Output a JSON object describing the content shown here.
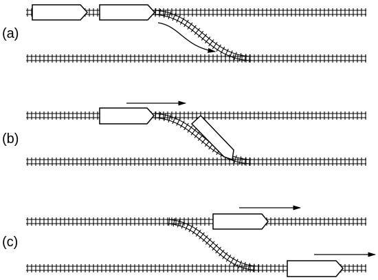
{
  "panels": [
    {
      "label": "(a)"
    },
    {
      "label": "(b)"
    },
    {
      "label": "(c)"
    }
  ],
  "colors": {
    "stroke": "#000000",
    "fill": "#ffffff"
  }
}
